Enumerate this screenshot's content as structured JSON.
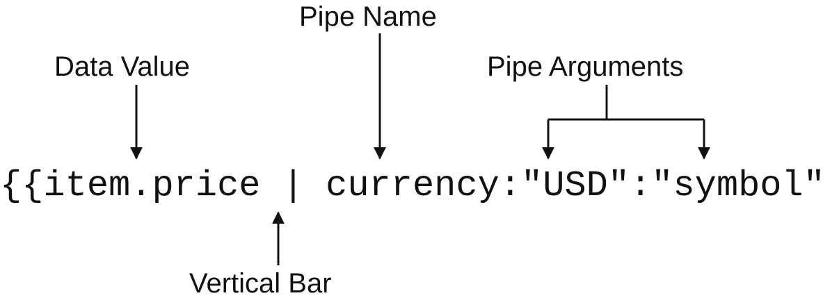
{
  "labels": {
    "pipe_name": "Pipe Name",
    "data_value": "Data Value",
    "pipe_arguments": "Pipe Arguments",
    "vertical_bar": "Vertical Bar"
  },
  "code": {
    "open": "{{",
    "data_value": "item.price",
    "bar": "|",
    "pipe_name": "currency",
    "sep1": ":",
    "arg1": "\"USD\"",
    "sep2": ":",
    "arg2": "\"symbol\"",
    "close": "}}"
  }
}
